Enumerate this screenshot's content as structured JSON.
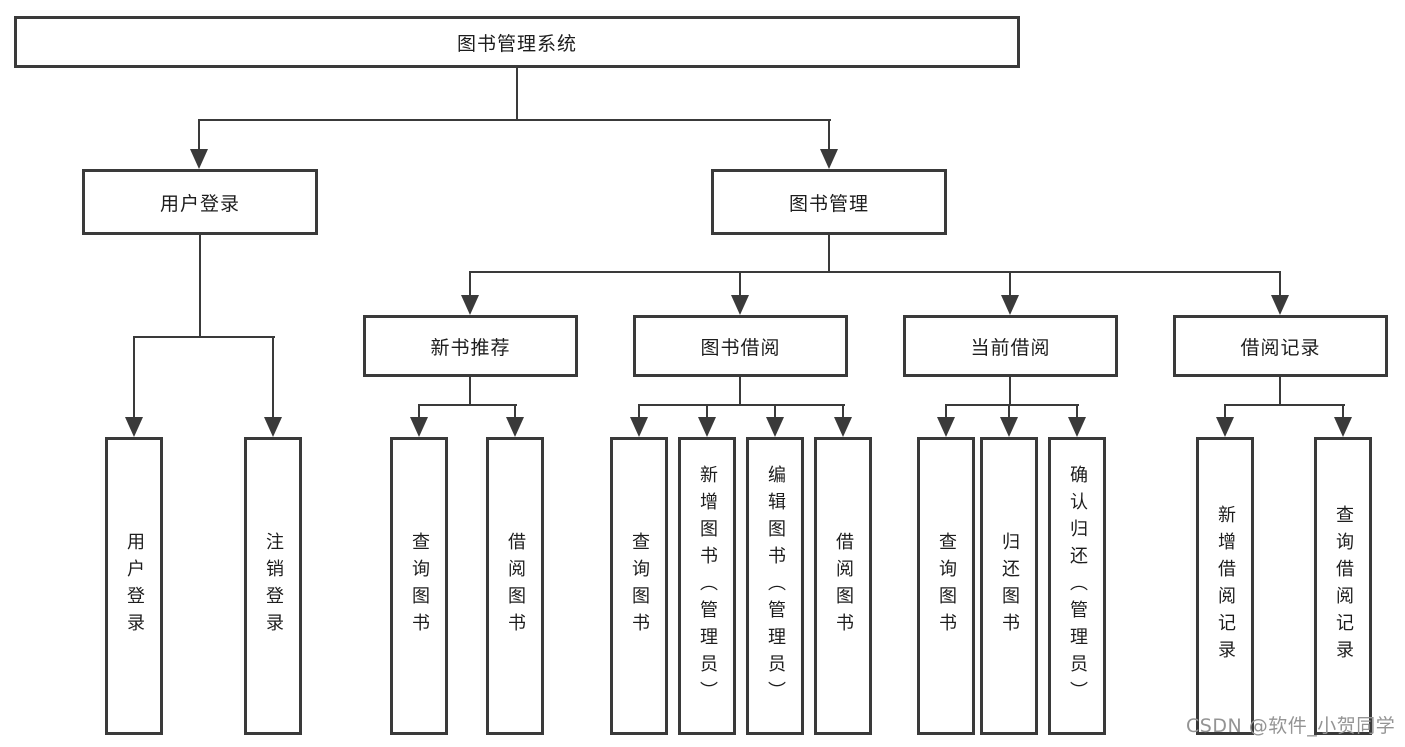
{
  "diagram": {
    "title": "图书管理系统",
    "root": {
      "label": "图书管理系统"
    },
    "level2": [
      {
        "label": "用户登录",
        "parent": "图书管理系统"
      },
      {
        "label": "图书管理",
        "parent": "图书管理系统"
      }
    ],
    "level3": [
      {
        "label": "新书推荐",
        "parent": "图书管理"
      },
      {
        "label": "图书借阅",
        "parent": "图书管理"
      },
      {
        "label": "当前借阅",
        "parent": "图书管理"
      },
      {
        "label": "借阅记录",
        "parent": "图书管理"
      }
    ],
    "leaves": [
      {
        "label": "用户登录",
        "parent": "用户登录"
      },
      {
        "label": "注销登录",
        "parent": "用户登录"
      },
      {
        "label": "查询图书",
        "parent": "新书推荐"
      },
      {
        "label": "借阅图书",
        "parent": "新书推荐"
      },
      {
        "label": "查询图书",
        "parent": "图书借阅"
      },
      {
        "label": "新增图书（管理员）",
        "parent": "图书借阅"
      },
      {
        "label": "编辑图书（管理员）",
        "parent": "图书借阅"
      },
      {
        "label": "借阅图书",
        "parent": "图书借阅"
      },
      {
        "label": "查询图书",
        "parent": "当前借阅"
      },
      {
        "label": "归还图书",
        "parent": "当前借阅"
      },
      {
        "label": "确认归还（管理员）",
        "parent": "当前借阅"
      },
      {
        "label": "新增借阅记录",
        "parent": "借阅记录"
      },
      {
        "label": "查询借阅记录",
        "parent": "借阅记录"
      }
    ]
  },
  "watermark": {
    "text": "CSDN @软件_小贺同学"
  },
  "colors": {
    "background": "#ffffff",
    "line": "#3a3a3a",
    "border": "#3a3a3a",
    "text": "#1d1d1d",
    "watermark": "#949494"
  }
}
